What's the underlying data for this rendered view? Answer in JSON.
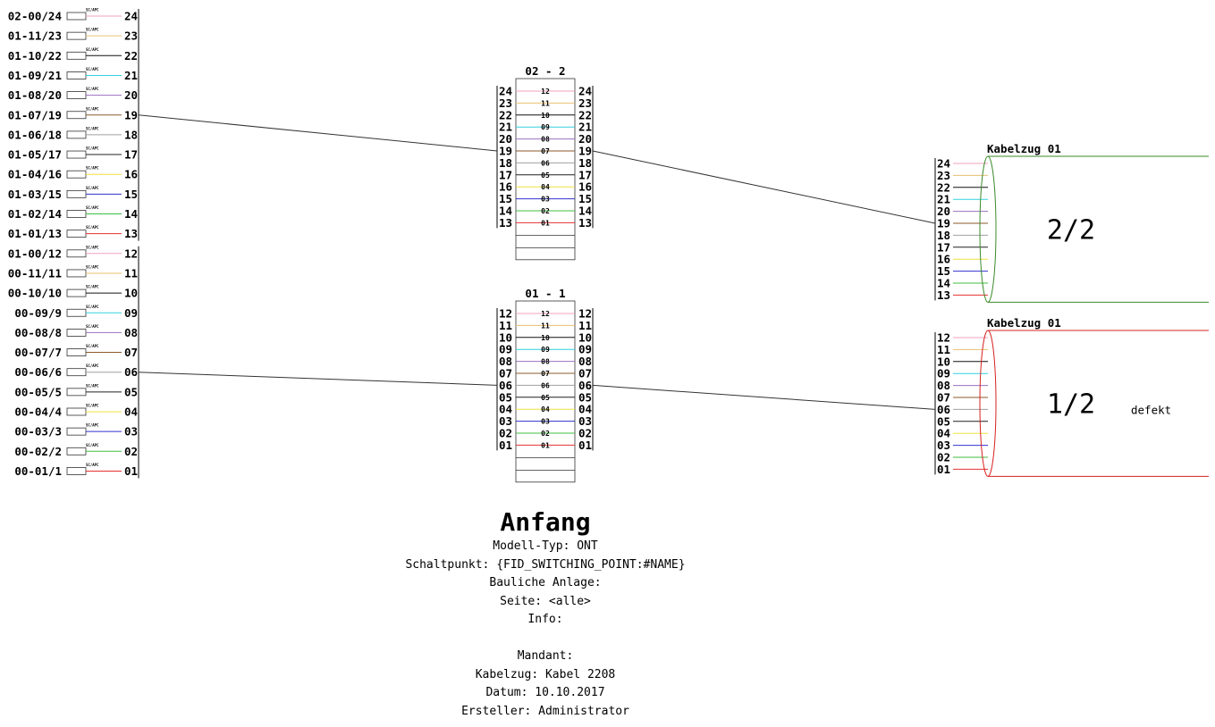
{
  "colors": {
    "fibers": [
      "#e53030",
      "#3fbf3f",
      "#3030d0",
      "#f0e040",
      "#202020",
      "#a0a0a0",
      "#8b5a2b",
      "#9a70c0",
      "#30d0e0",
      "#111111",
      "#e8c070",
      "#f0a0c0"
    ],
    "highlight": "#e01010",
    "line": "#333333",
    "cable_top": "#3a8a2a",
    "cable_bottom": "#d82020"
  },
  "left_panel": {
    "connector_label": "SC/APC",
    "rows": [
      {
        "label": "02-00/24",
        "port": "24"
      },
      {
        "label": "01-11/23",
        "port": "23"
      },
      {
        "label": "01-10/22",
        "port": "22"
      },
      {
        "label": "01-09/21",
        "port": "21"
      },
      {
        "label": "01-08/20",
        "port": "20"
      },
      {
        "label": "01-07/19",
        "port": "19"
      },
      {
        "label": "01-06/18",
        "port": "18"
      },
      {
        "label": "01-05/17",
        "port": "17"
      },
      {
        "label": "01-04/16",
        "port": "16"
      },
      {
        "label": "01-03/15",
        "port": "15"
      },
      {
        "label": "01-02/14",
        "port": "14"
      },
      {
        "label": "01-01/13",
        "port": "13"
      },
      {
        "label": "01-00/12",
        "port": "12"
      },
      {
        "label": "00-11/11",
        "port": "11"
      },
      {
        "label": "00-10/10",
        "port": "10"
      },
      {
        "label": "00-09/9",
        "port": "09"
      },
      {
        "label": "00-08/8",
        "port": "08"
      },
      {
        "label": "00-07/7",
        "port": "07"
      },
      {
        "label": "00-06/6",
        "port": "06",
        "highlight": true
      },
      {
        "label": "00-05/5",
        "port": "05"
      },
      {
        "label": "00-04/4",
        "port": "04"
      },
      {
        "label": "00-03/3",
        "port": "03"
      },
      {
        "label": "00-02/2",
        "port": "02"
      },
      {
        "label": "00-01/1",
        "port": "01"
      }
    ]
  },
  "splice_boxes": [
    {
      "title": "02 - 2",
      "rows": [
        {
          "left": "24",
          "mid": "12",
          "right": "24"
        },
        {
          "left": "23",
          "mid": "11",
          "right": "23"
        },
        {
          "left": "22",
          "mid": "10",
          "right": "22"
        },
        {
          "left": "21",
          "mid": "09",
          "right": "21"
        },
        {
          "left": "20",
          "mid": "08",
          "right": "20"
        },
        {
          "left": "19",
          "mid": "07",
          "right": "19"
        },
        {
          "left": "18",
          "mid": "06",
          "right": "18"
        },
        {
          "left": "17",
          "mid": "05",
          "right": "17"
        },
        {
          "left": "16",
          "mid": "04",
          "right": "16"
        },
        {
          "left": "15",
          "mid": "03",
          "right": "15"
        },
        {
          "left": "14",
          "mid": "02",
          "right": "14"
        },
        {
          "left": "13",
          "mid": "01",
          "right": "13"
        }
      ]
    },
    {
      "title": "01 - 1",
      "rows": [
        {
          "left": "12",
          "mid": "12",
          "right": "12"
        },
        {
          "left": "11",
          "mid": "11",
          "right": "11"
        },
        {
          "left": "10",
          "mid": "10",
          "right": "10"
        },
        {
          "left": "09",
          "mid": "09",
          "right": "09"
        },
        {
          "left": "08",
          "mid": "08",
          "right": "08"
        },
        {
          "left": "07",
          "mid": "07",
          "right": "07"
        },
        {
          "left": "06",
          "mid": "06",
          "right": "06",
          "highlight": true
        },
        {
          "left": "05",
          "mid": "05",
          "right": "05"
        },
        {
          "left": "04",
          "mid": "04",
          "right": "04"
        },
        {
          "left": "03",
          "mid": "03",
          "right": "03"
        },
        {
          "left": "02",
          "mid": "02",
          "right": "02"
        },
        {
          "left": "01",
          "mid": "01",
          "right": "01"
        }
      ]
    }
  ],
  "cables": [
    {
      "title": "Kabelzug 01",
      "fraction": "2/2",
      "note": "",
      "fibers": [
        {
          "port": "24"
        },
        {
          "port": "23"
        },
        {
          "port": "22"
        },
        {
          "port": "21"
        },
        {
          "port": "20"
        },
        {
          "port": "19"
        },
        {
          "port": "18"
        },
        {
          "port": "17"
        },
        {
          "port": "16"
        },
        {
          "port": "15"
        },
        {
          "port": "14"
        },
        {
          "port": "13"
        }
      ]
    },
    {
      "title": "Kabelzug 01",
      "fraction": "1/2",
      "note": "defekt",
      "fibers": [
        {
          "port": "12"
        },
        {
          "port": "11"
        },
        {
          "port": "10"
        },
        {
          "port": "09"
        },
        {
          "port": "08"
        },
        {
          "port": "07"
        },
        {
          "port": "06",
          "highlight": true
        },
        {
          "port": "05"
        },
        {
          "port": "04"
        },
        {
          "port": "03"
        },
        {
          "port": "02"
        },
        {
          "port": "01"
        }
      ]
    }
  ],
  "connections": [
    {
      "from": "left_panel:19",
      "to": "splice_boxes.0:19"
    },
    {
      "from": "splice_boxes.0:19",
      "to": "cables.0:19"
    },
    {
      "from": "left_panel:06",
      "to": "splice_boxes.1:06"
    },
    {
      "from": "splice_boxes.1:06",
      "to": "cables.1:06"
    }
  ],
  "footer": {
    "title": "Anfang",
    "model_type": "Modell-Typ: ONT",
    "switching_point": "Schaltpunkt: {FID_SWITCHING_POINT:#NAME}",
    "construction": "Bauliche Anlage:",
    "page": "Seite: <alle>",
    "info": "Info:",
    "client": "Mandant:",
    "cable_route": "Kabelzug: Kabel 2208",
    "date": "Datum: 10.10.2017",
    "author": "Ersteller: Administrator"
  }
}
